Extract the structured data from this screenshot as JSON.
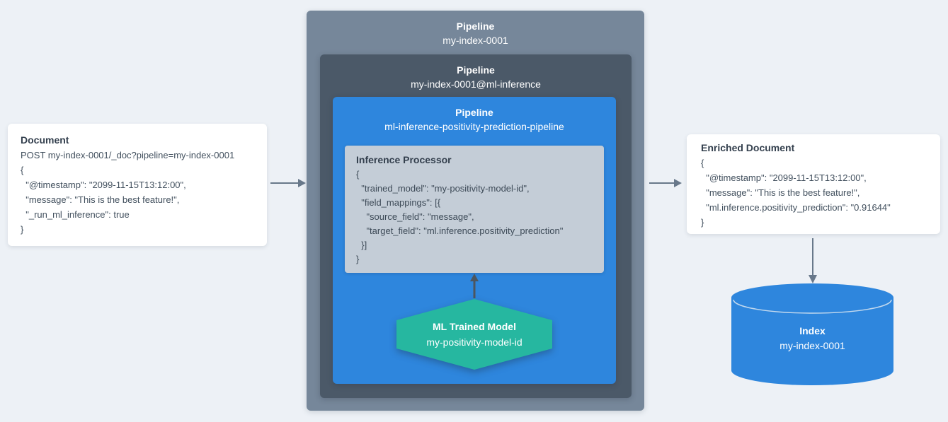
{
  "colors": {
    "background": "#edf1f6",
    "card_background": "#ffffff",
    "outer_pipeline_box": "#76879a",
    "inference_pipeline_box": "#4b5968",
    "positivity_pipeline_box": "#2e86dd",
    "processor_box": "#c4cdd7",
    "hexagon": "#26b7a0",
    "cylinder": "#2e86dd",
    "arrow_gray": "#68788a",
    "arrow_dark": "#4d565f",
    "heading_text": "#333f4d",
    "code_text": "#42505e"
  },
  "document_card": {
    "title": "Document",
    "lines": [
      "POST my-index-0001/_doc?pipeline=my-index-0001",
      "{",
      "  \"@timestamp\": \"2099-11-15T13:12:00\",",
      "  \"message\": \"This is the best feature!\",",
      "  \"_run_ml_inference\": true",
      "}"
    ]
  },
  "outer_pipeline": {
    "title": "Pipeline",
    "name": "my-index-0001"
  },
  "inference_pipeline": {
    "title": "Pipeline",
    "name": "my-index-0001@ml-inference"
  },
  "positivity_pipeline": {
    "title": "Pipeline",
    "name": "ml-inference-positivity-prediction-pipeline"
  },
  "inference_processor": {
    "title": "Inference Processor",
    "lines": [
      "{",
      "  \"trained_model\": \"my-positivity-model-id\",",
      "  \"field_mappings\": [{",
      "    \"source_field\": \"message\",",
      "    \"target_field\": \"ml.inference.positivity_prediction\"",
      "  }]",
      "}"
    ]
  },
  "ml_trained_model": {
    "title": "ML Trained Model",
    "name": "my-positivity-model-id"
  },
  "enriched_document_card": {
    "title": "Enriched Document",
    "lines": [
      "{",
      "  \"@timestamp\": \"2099-11-15T13:12:00\",",
      "  \"message\": \"This is the best feature!\",",
      "  \"ml.inference.positivity_prediction\": \"0.91644\"",
      "}"
    ]
  },
  "index_cylinder": {
    "title": "Index",
    "name": "my-index-0001"
  }
}
